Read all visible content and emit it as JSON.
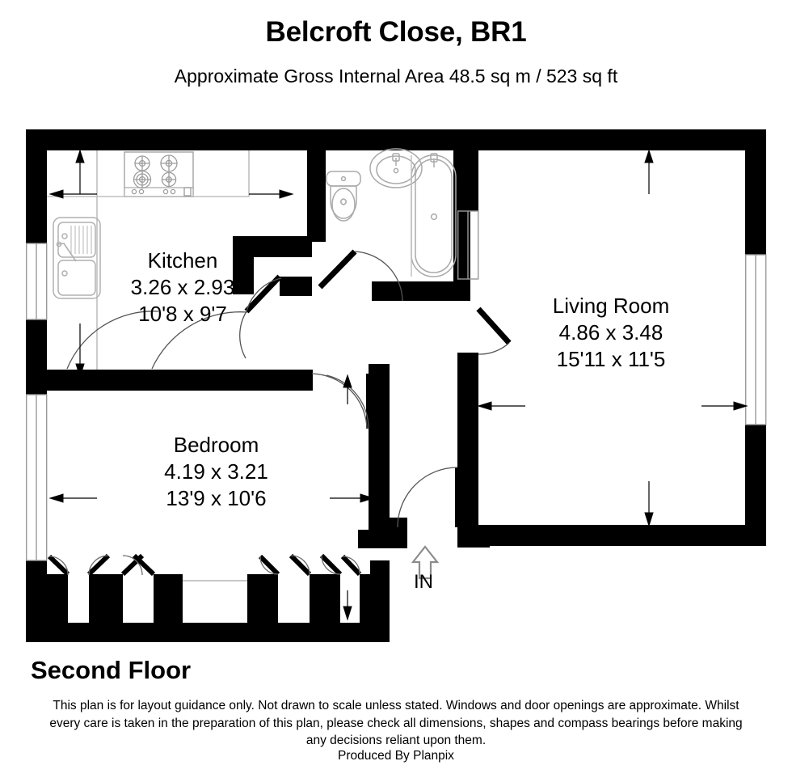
{
  "header": {
    "title": "Belcroft Close, BR1",
    "subtitle": "Approximate Gross Internal Area 48.5 sq m / 523 sq ft"
  },
  "floor": {
    "label": "Second Floor"
  },
  "footer": {
    "disclaimer": "This plan is for layout guidance only. Not drawn to scale unless stated. Windows and door openings are approximate. Whilst every care is taken in the preparation of this plan, please check all dimensions, shapes and compass bearings before making any decisions reliant upon them.",
    "producer": "Produced By Planpix"
  },
  "rooms": [
    {
      "id": "kitchen",
      "name": "Kitchen",
      "dim_metric": "3.26 x 2.93",
      "dim_imperial": "10'8 x 9'7"
    },
    {
      "id": "living-room",
      "name": "Living Room",
      "dim_metric": "4.86 x 3.48",
      "dim_imperial": "15'11 x 11'5"
    },
    {
      "id": "bedroom",
      "name": "Bedroom",
      "dim_metric": "4.19 x 3.21",
      "dim_imperial": "13'9 x 10'6"
    }
  ],
  "entrance": {
    "label": "IN"
  },
  "fixtures": [
    "hob-icon",
    "sink-icon",
    "toilet-icon",
    "washbasin-icon",
    "bathtub-icon"
  ],
  "colors": {
    "wall": "#000000",
    "background": "#ffffff",
    "fixture_stroke": "#b4b4b4",
    "dimension_line": "#000000"
  }
}
